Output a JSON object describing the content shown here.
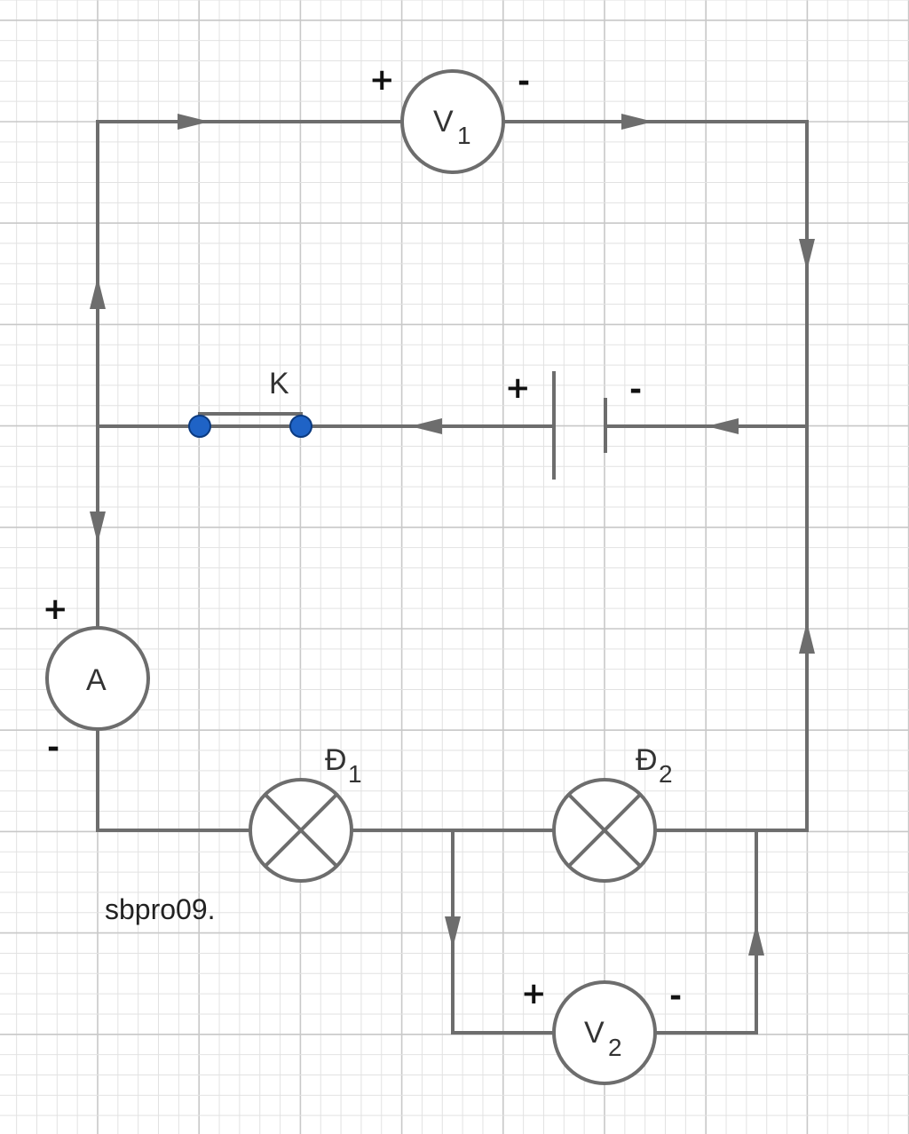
{
  "labels": {
    "voltmeter_1": {
      "letter": "V",
      "sub": "1",
      "plus": "+",
      "minus": "-"
    },
    "voltmeter_2": {
      "letter": "V",
      "sub": "2",
      "plus": "+",
      "minus": "-"
    },
    "ammeter": {
      "letter": "A",
      "plus": "+",
      "minus": "-"
    },
    "battery": {
      "plus": "+",
      "minus": "-"
    },
    "switch": {
      "letter": "K"
    },
    "lamp_1": {
      "letter": "Đ",
      "sub": "1"
    },
    "lamp_2": {
      "letter": "Đ",
      "sub": "2"
    },
    "watermark": "sbpro09."
  },
  "colors": {
    "wire": "#6d6d6d",
    "grid_minor": "#e2e2e2",
    "grid_major": "#c8c8c8",
    "switch_node": "#1f63c6",
    "switch_node_outline": "#0b3a80"
  }
}
